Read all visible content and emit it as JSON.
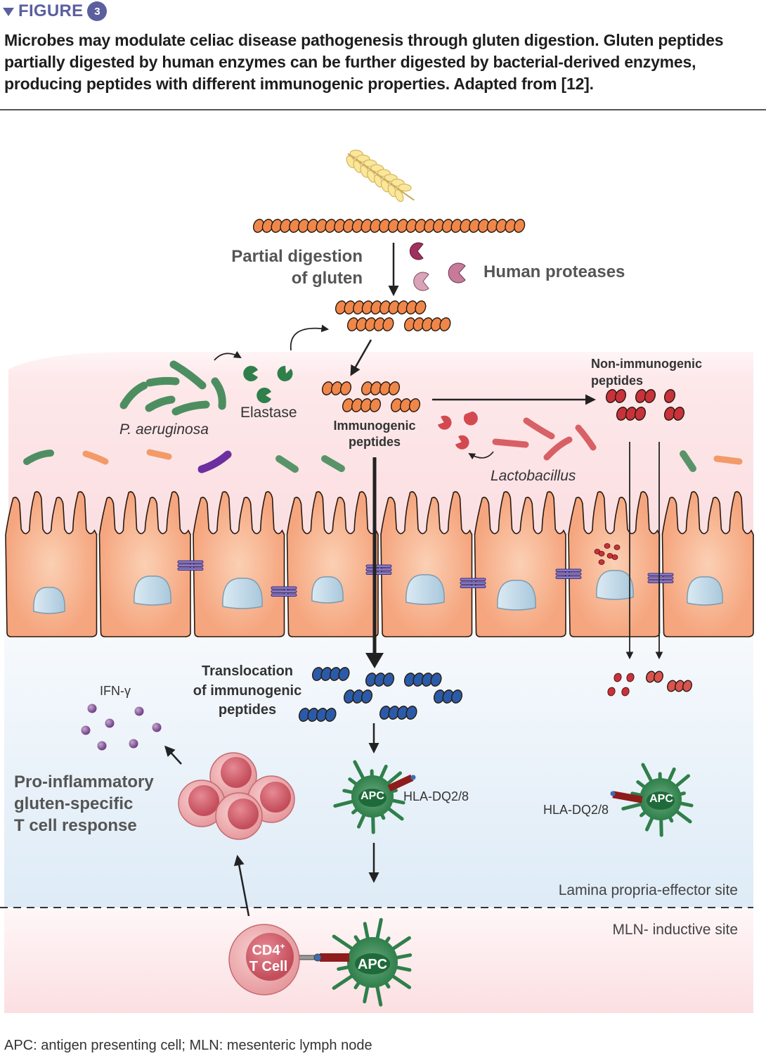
{
  "header": {
    "figure_label": "FIGURE",
    "figure_number": "3",
    "caption": "Microbes may modulate celiac disease pathogenesis through gluten digestion. Gluten peptides partially digested by human enzymes can be further digested by bacterial-derived enzymes, producing peptides with different immunogenic properties. Adapted from [12]."
  },
  "diagram": {
    "labels": {
      "partial_digestion_line1": "Partial digestion",
      "partial_digestion_line2": "of gluten",
      "human_proteases": "Human proteases",
      "elastase": "Elastase",
      "p_aeruginosa": "P. aeruginosa",
      "immunogenic_line1": "Immunogenic",
      "immunogenic_line2": "peptides",
      "non_immunogenic_line1": "Non-immunogenic",
      "non_immunogenic_line2": "peptides",
      "lactobacillus": "Lactobacillus",
      "translocation_line1": "Translocation",
      "translocation_line2": "of immunogenic",
      "translocation_line3": "peptides",
      "ifn_gamma": "IFN-γ",
      "pro_inflammatory_line1": "Pro-inflammatory",
      "pro_inflammatory_line2": "gluten-specific",
      "pro_inflammatory_line3": "T cell response",
      "apc": "APC",
      "hla": "HLA-DQ2/8",
      "cd4_line1": "CD4",
      "cd4_sup": "+",
      "cd4_line2": "T Cell",
      "lamina_propria": "Lamina propria-effector site",
      "mln_site": "MLN- inductive site"
    },
    "colors": {
      "brand": "#5b5f9e",
      "gluten": "#f0874a",
      "immunogenic_translocated": "#2a5ba8",
      "non_immunogenic": "#c8323a",
      "apc_green": "#2f7f4a",
      "t_cell_pink": "#e9a1a5",
      "epithelium": "#f5a67f",
      "nucleus": "#c6dcea",
      "lumen_pink": "#fbe1e4",
      "lamina_blue": "#e3eef7"
    }
  },
  "footer": {
    "text": "APC: antigen presenting cell; MLN: mesenteric lymph node"
  }
}
